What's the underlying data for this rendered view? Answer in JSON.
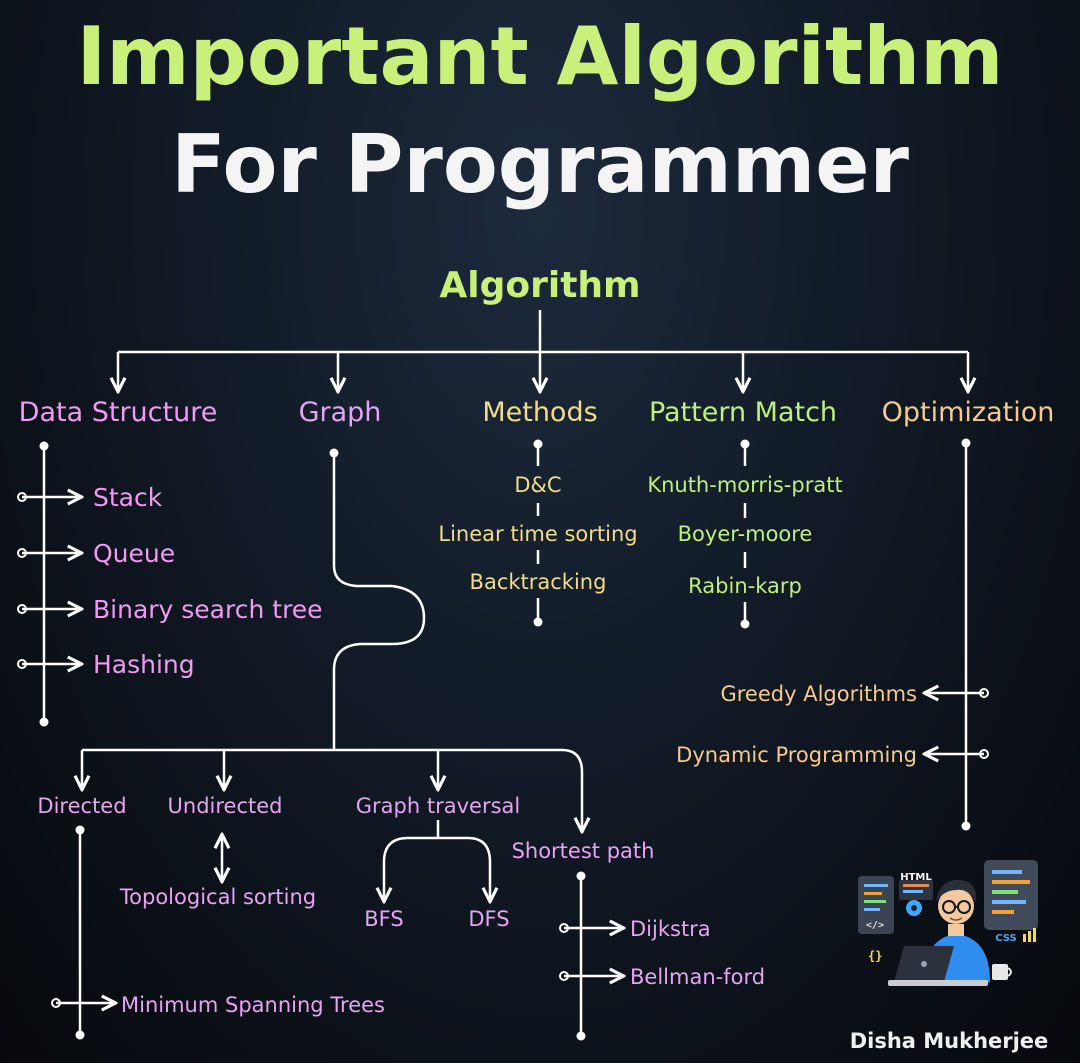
{
  "title": {
    "line1": "Important Algorithm",
    "line2": "For Programmer"
  },
  "root": "Algorithm",
  "categories": {
    "data_structure": "Data Structure",
    "graph": "Graph",
    "methods": "Methods",
    "pattern_match": "Pattern Match",
    "optimization": "Optimization"
  },
  "data_structure_items": [
    "Stack",
    "Queue",
    "Binary search tree",
    "Hashing"
  ],
  "methods_items": [
    "D&C",
    "Linear time sorting",
    "Backtracking"
  ],
  "pattern_items": [
    "Knuth-morris-pratt",
    "Boyer-moore",
    "Rabin-karp"
  ],
  "optimization_items": [
    "Greedy Algorithms",
    "Dynamic Programming"
  ],
  "graph_children": {
    "directed": "Directed",
    "undirected": "Undirected",
    "traversal": "Graph traversal",
    "shortest": "Shortest path"
  },
  "directed_items": [
    "Minimum Spanning Trees"
  ],
  "undirected_items": [
    "Topological sorting"
  ],
  "traversal_items": [
    "BFS",
    "DFS"
  ],
  "shortest_items": [
    "Dijkstra",
    "Bellman-ford"
  ],
  "illustration": {
    "html_label": "HTML",
    "css_label": "CSS",
    "code_glyph": "</>",
    "braces_glyph": "{}"
  },
  "author": "Disha Mukherjee",
  "colors": {
    "title_green": "#c8f07a",
    "title_white": "#f4f4f4",
    "data_structure": "#f09af2",
    "graph": "#e3a4f6",
    "methods": "#f2dc88",
    "pattern_match": "#bff07a",
    "optimization": "#f6c98c"
  }
}
